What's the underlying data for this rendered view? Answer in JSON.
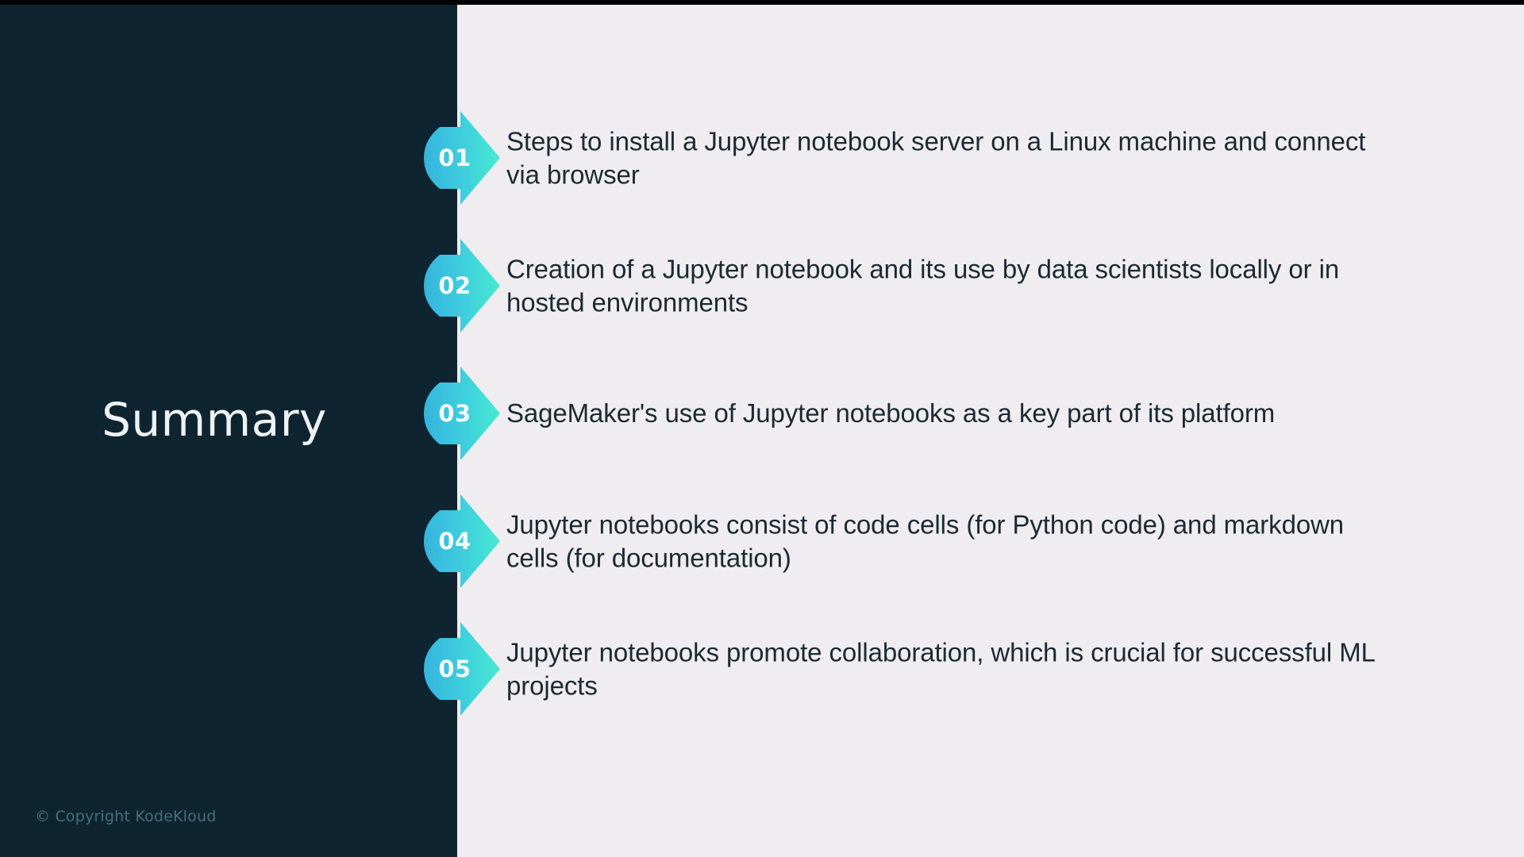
{
  "slide": {
    "title": "Summary",
    "copyright": "© Copyright KodeKloud",
    "colors": {
      "sidebar_bg": "#0f2431",
      "content_bg": "#efedf0",
      "badge_gradient_start": "#3fb9e0",
      "badge_gradient_end": "#45e3d4",
      "body_text": "#1b2a33",
      "title_text": "#eef2f5",
      "copyright_text": "#43707f"
    },
    "items": [
      {
        "number": "01",
        "text": "Steps to install a Jupyter notebook server on a Linux machine and connect via browser"
      },
      {
        "number": "02",
        "text": "Creation of a Jupyter notebook and its use by data scientists locally or in hosted environments"
      },
      {
        "number": "03",
        "text": "SageMaker's use of Jupyter notebooks as a key part of its platform"
      },
      {
        "number": "04",
        "text": "Jupyter notebooks consist of code cells (for Python code) and markdown cells (for documentation)"
      },
      {
        "number": "05",
        "text": "Jupyter notebooks promote collaboration, which is crucial for successful ML projects"
      }
    ]
  }
}
